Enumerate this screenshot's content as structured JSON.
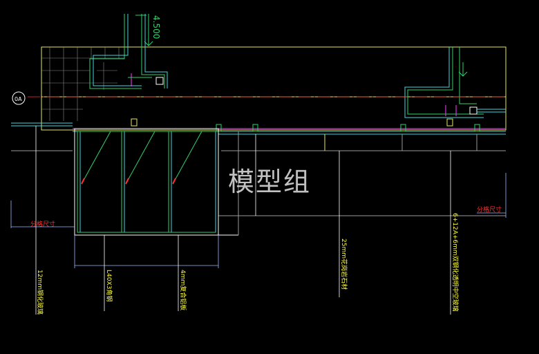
{
  "drawing": {
    "level_mark": "4.500",
    "axis_bubble": "0A",
    "watermark": "模型组",
    "annotations": {
      "grid_dim_left": "分格尺寸",
      "grid_dim_right": "分格尺寸",
      "glass_left": "12mm钢化玻璃",
      "angle_steel": "L40X3角钢",
      "composite_panel": "4mm复合铝板",
      "granite": "25mm花岗岩石材",
      "glass_right": "6+12A+6mm双钢化透明中空玻璃"
    }
  },
  "colors": {
    "background": "#000000",
    "wall": "#e8e85a",
    "frame": "#2fd36a",
    "glass": "#40d8e0",
    "dimension": "#9ab8ff",
    "leader": "#ffffff",
    "accent_red": "#ff3030",
    "accent_magenta": "#ff40ff",
    "annotation_yellow": "#ffff40",
    "annotation_red": "#ff3030",
    "hatch": "#9a9a9a"
  }
}
